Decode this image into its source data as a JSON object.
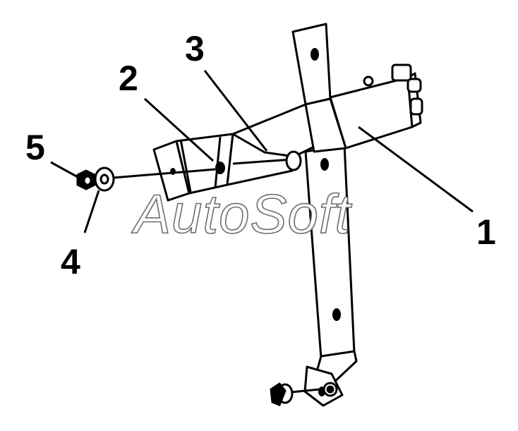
{
  "watermark": {
    "text": "AutoSoft"
  },
  "callouts": [
    {
      "id": "1",
      "label": "1"
    },
    {
      "id": "2",
      "label": "2"
    },
    {
      "id": "3",
      "label": "3"
    },
    {
      "id": "4",
      "label": "4"
    },
    {
      "id": "5",
      "label": "5"
    }
  ],
  "colors": {
    "line": "#000000",
    "part_fill": "#ffffff",
    "watermark_stroke": "#6e6e6e"
  }
}
